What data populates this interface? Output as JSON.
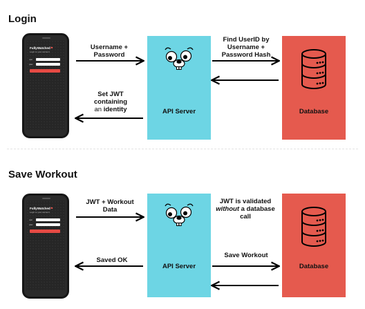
{
  "login": {
    "title": "Login",
    "phone": {
      "app_name": "FullyWatched",
      "app_name_suffix": "⚑",
      "subtitle": "Login to your account"
    },
    "arrow1": {
      "line1": "Username +",
      "line2": "Password"
    },
    "arrow2": {
      "line1": "Find UserID by",
      "line2": "Username +",
      "line3": "Password Hash"
    },
    "arrow3": {
      "line1": "Set JWT",
      "line2": "containing",
      "line3_a": "an",
      "line3_b": " identity"
    },
    "server_label": "API Server",
    "db_label": "Database"
  },
  "save_workout": {
    "title": "Save Workout",
    "phone": {
      "app_name": "FullyWatched",
      "app_name_suffix": "⚑",
      "subtitle": "Login to your account"
    },
    "arrow1": {
      "line1": "JWT + Workout",
      "line2": "Data"
    },
    "note": {
      "line1": "JWT is validated",
      "line2_em": "without",
      "line2_rest": " a database",
      "line3": "call"
    },
    "arrow_saved": "Saved OK",
    "arrow_save_workout": "Save Workout",
    "server_label": "API Server",
    "db_label": "Database"
  },
  "icons": [
    "gopher-mascot-icon",
    "database-cylinder-icon",
    "smartphone-icon"
  ],
  "colors": {
    "server": "#6dd5e4",
    "database": "#e55a4e",
    "phone": "#2b2b2b",
    "accent": "#e64a44"
  }
}
